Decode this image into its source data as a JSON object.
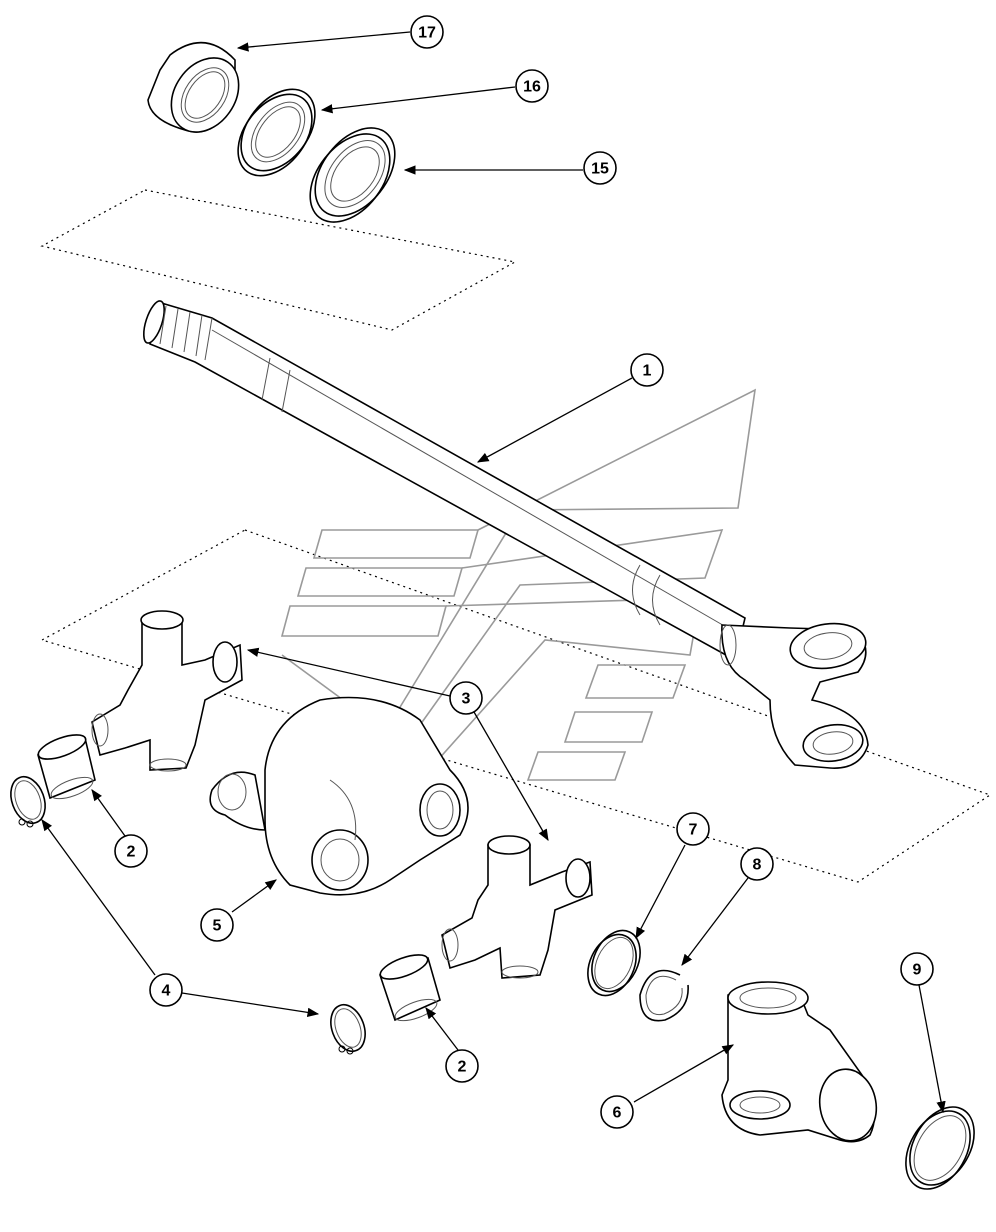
{
  "callouts": [
    {
      "label": "17"
    },
    {
      "label": "16"
    },
    {
      "label": "15"
    },
    {
      "label": "1"
    },
    {
      "label": "3"
    },
    {
      "label": "2"
    },
    {
      "label": "5"
    },
    {
      "label": "4"
    },
    {
      "label": "2"
    },
    {
      "label": "7"
    },
    {
      "label": "8"
    },
    {
      "label": "9"
    },
    {
      "label": "6"
    }
  ]
}
